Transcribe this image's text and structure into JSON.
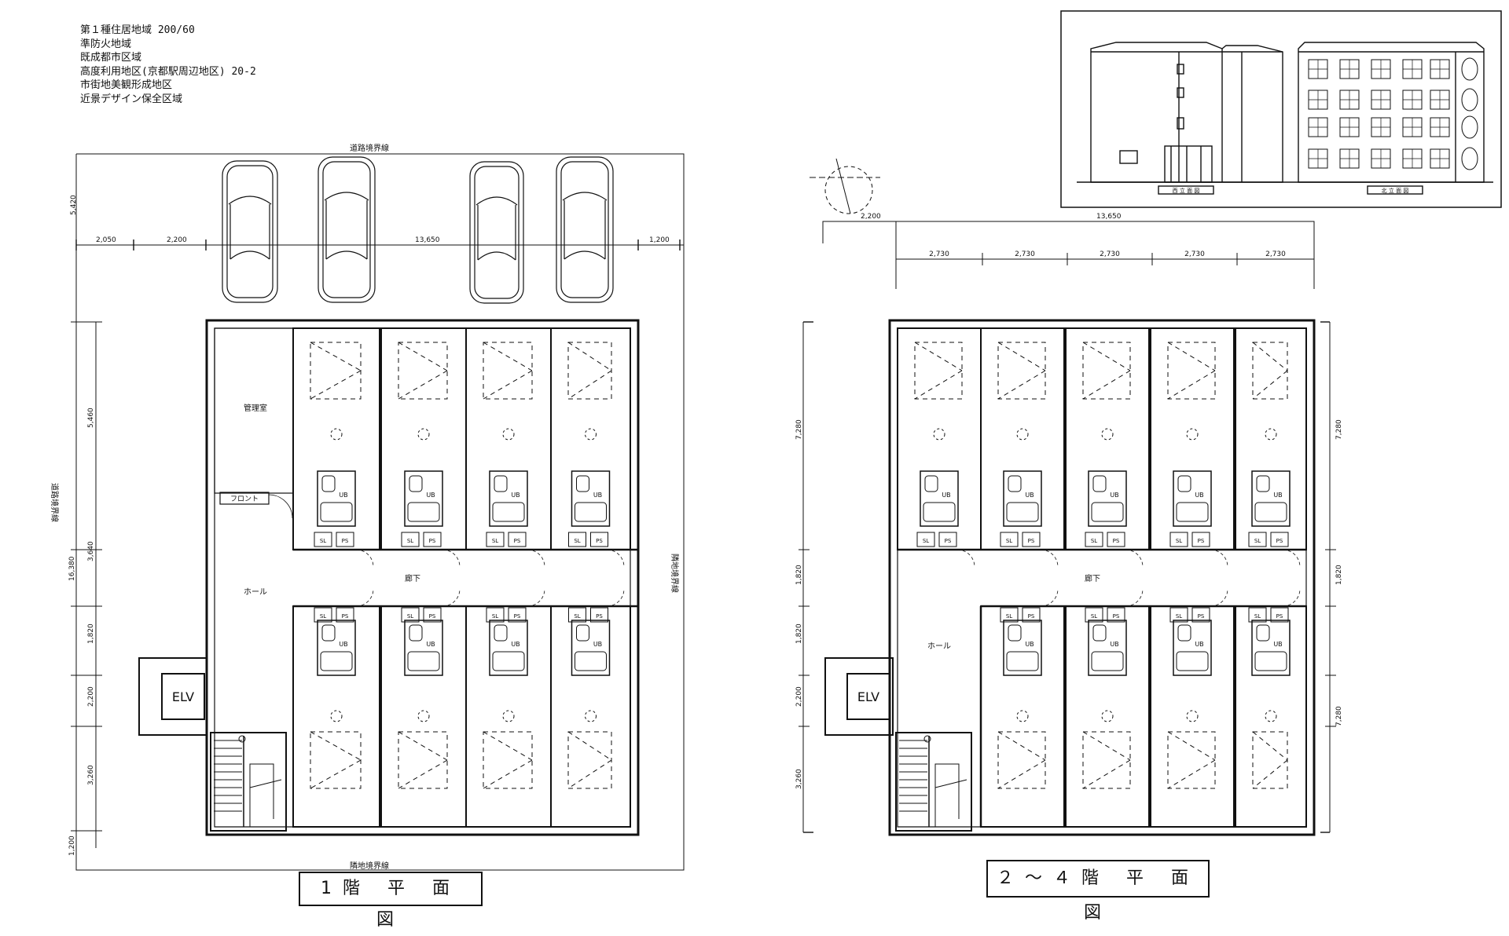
{
  "zoning": [
    "第１種住居地域 200/60",
    "準防火地域",
    "既成都市区域",
    "高度利用地区(京都駅周辺地区) 20-2",
    "市街地美観形成地区",
    "近景デザイン保全区域"
  ],
  "plan1": {
    "title": "1階 平 面 図",
    "road_boundary": "道路境界線",
    "adjacent_boundary_bottom": "隣地境界線",
    "adjacent_boundary_right": "隣地境界線",
    "adjacent_boundary_left": "道路境界線",
    "dim_top": [
      "2,050",
      "2,200",
      "13,650",
      "1,200"
    ],
    "dim_left_outer": "16,380",
    "dim_left": [
      "5,460",
      "3,640",
      "1,820",
      "2,200",
      "3,260"
    ],
    "dim_left_top": "5,420",
    "dim_bottom_left": "1,200",
    "room_kanri": "管理室",
    "front": "フロント",
    "hall": "ホール",
    "corridor": "廊下",
    "elv": "ELV",
    "ub": "UB",
    "ps": "PS",
    "sl": "SL"
  },
  "plan2": {
    "title": "２～４階 平 面 図",
    "dim_top_total": "13,650",
    "dim_top_left": "2,200",
    "dim_top_bays": [
      "2,730",
      "2,730",
      "2,730",
      "2,730",
      "2,730"
    ],
    "dim_left": [
      "7,280",
      "1,820",
      "1,820",
      "2,200",
      "3,260"
    ],
    "dim_right": [
      "7,280",
      "1,820",
      "7,280"
    ],
    "hall": "ホール",
    "corridor": "廊下",
    "elv": "ELV",
    "ub": "UB",
    "ps": "PS",
    "sl": "SL"
  },
  "elevations": {
    "west": "西 立 面 図",
    "north": "北 立 面 図"
  }
}
